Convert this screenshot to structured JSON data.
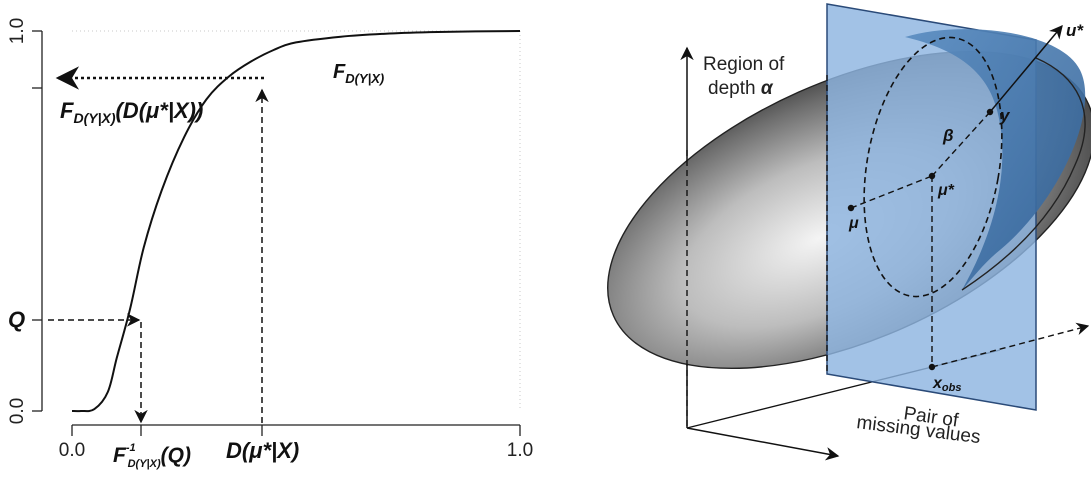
{
  "left_panel": {
    "y_ticks": [
      "0.0",
      "1.0"
    ],
    "x_ticks": [
      "0.0",
      "1.0"
    ],
    "curve_label_main": "F",
    "curve_label_sub": "D(Y|X)",
    "annot_F_main": "F",
    "annot_F_sub": "D(Y|X)",
    "annot_F_arg": "(D(μ*|X))",
    "q_label": "Q",
    "finv_main": "F",
    "finv_sup": "-1",
    "finv_sub": "D(Y|X)",
    "finv_arg": "(Q)",
    "d_label": "D(μ*|X)",
    "chart_data": {
      "type": "line",
      "x": [
        0.0,
        0.02,
        0.05,
        0.08,
        0.1,
        0.13,
        0.16,
        0.2,
        0.25,
        0.3,
        0.35,
        0.4,
        0.45,
        0.5,
        0.6,
        0.7,
        0.8,
        0.9,
        1.0
      ],
      "y": [
        0.0,
        0.0,
        0.005,
        0.05,
        0.14,
        0.27,
        0.43,
        0.58,
        0.72,
        0.82,
        0.88,
        0.92,
        0.95,
        0.97,
        0.985,
        0.993,
        0.997,
        0.999,
        1.0
      ],
      "xlim": [
        0,
        1
      ],
      "ylim": [
        0,
        1
      ]
    }
  },
  "right_panel": {
    "region_line1": "Region of",
    "region_line2": "depth ",
    "alpha": "α",
    "u_label": "u*",
    "y_label": "y",
    "beta_label": "β",
    "mu_star_label": "μ*",
    "mu_label": "μ",
    "x_obs_main": "x",
    "x_obs_sub": "obs",
    "pair_line1": "Pair of",
    "pair_line2": "missing values",
    "colors": {
      "plane": "#8db4e0",
      "plane_edge": "#2a4a78",
      "cut_face": "#4a7aab",
      "ellipsoid_dark": "#3a3a3a",
      "ellipsoid_light": "#f2f2f2"
    }
  }
}
